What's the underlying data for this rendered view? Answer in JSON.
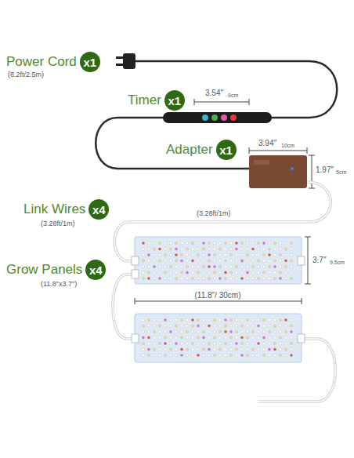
{
  "diagram": {
    "nodes": [
      {
        "text": [
          "Power Cord",
          "x1"
        ]
      },
      {
        "text": [
          "Timer",
          "x1"
        ]
      },
      {
        "text": [
          "Adapter",
          "x1"
        ]
      },
      {
        "text": [
          "Link Wires",
          "x4"
        ]
      },
      {
        "text": [
          "Grow Panels",
          "x4"
        ]
      }
    ],
    "labels": [
      "(8.2ft/2.5m)",
      "3.54″",
      "9cm",
      "3.94″",
      "10cm",
      "1.97″",
      "5cm",
      "(3.28ft/1m)",
      "(3.28ft/1m)",
      "(11.8″x3.7″)",
      "3.7″",
      "9.5cm",
      "(11.8″/ 30cm)"
    ]
  }
}
